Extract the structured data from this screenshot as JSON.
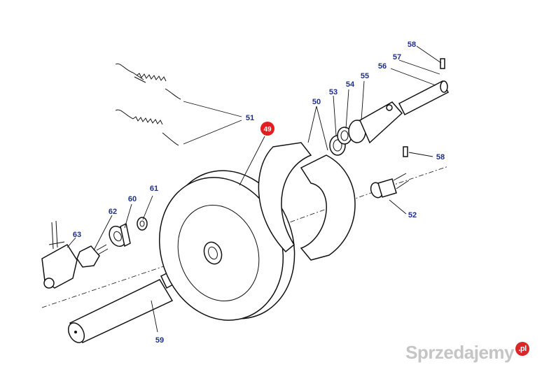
{
  "diagram": {
    "callouts": [
      {
        "id": "49",
        "highlight": true
      },
      {
        "id": "50"
      },
      {
        "id": "51"
      },
      {
        "id": "52"
      },
      {
        "id": "53"
      },
      {
        "id": "54"
      },
      {
        "id": "55"
      },
      {
        "id": "56"
      },
      {
        "id": "57"
      },
      {
        "id": "58a",
        "text": "58"
      },
      {
        "id": "58b",
        "text": "58"
      },
      {
        "id": "59"
      },
      {
        "id": "60"
      },
      {
        "id": "61"
      },
      {
        "id": "62"
      },
      {
        "id": "63"
      }
    ],
    "label_color": "#1f2f8a",
    "highlight_color": "#e02020"
  },
  "watermark": {
    "brand": "Sprzedajemy",
    "tld": ".pl"
  }
}
